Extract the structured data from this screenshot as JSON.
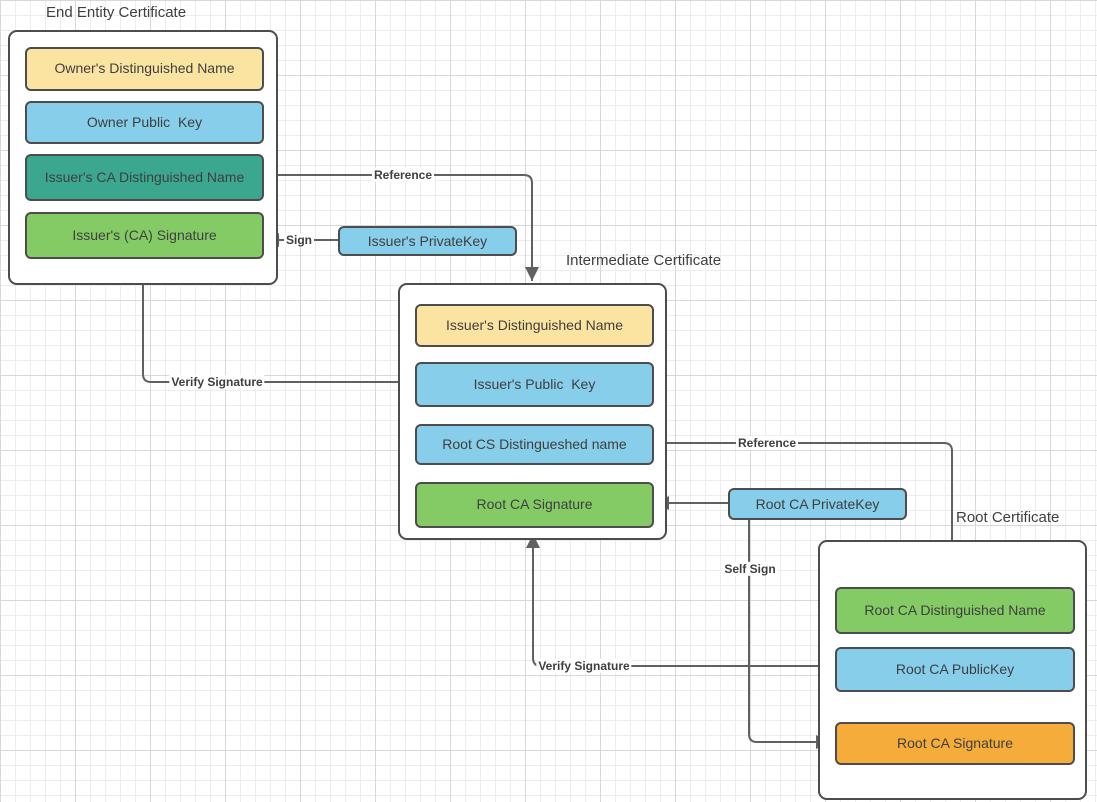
{
  "colors": {
    "yellow": "#FBE3A2",
    "blue": "#87CEEA",
    "teal": "#3BA78F",
    "green": "#84CB66",
    "orange": "#F5AC3B",
    "node_border": "#4D4D4D",
    "line": "#616161",
    "text": "#3F3F3F"
  },
  "certificates": {
    "end_entity": {
      "title": "End Entity Certificate",
      "fields": [
        {
          "label": "Owner's Distinguished Name"
        },
        {
          "label": "Owner Public  Key"
        },
        {
          "label": "Issuer's CA Distinguished Name"
        },
        {
          "label": "Issuer's (CA) Signature"
        }
      ]
    },
    "intermediate": {
      "title": "Intermediate Certificate",
      "fields": [
        {
          "label": "Issuer's Distinguished Name"
        },
        {
          "label": "Issuer's Public  Key"
        },
        {
          "label": "Root CS Distingueshed name"
        },
        {
          "label": "Root CA Signature"
        }
      ]
    },
    "root": {
      "title": "Root Certificate",
      "fields": [
        {
          "label": "Root CA Distinguished Name"
        },
        {
          "label": "Root CA PublicKey"
        },
        {
          "label": "Root CA Signature"
        }
      ]
    }
  },
  "keys": {
    "issuer_private_key": "Issuer's PrivateKey",
    "root_private_key": "Root CA PrivateKey"
  },
  "connector_labels": {
    "reference_top": "Reference",
    "sign": "Sign",
    "verify_signature_left": "Verify Signature",
    "reference_middle": "Reference",
    "self_sign": "Self Sign",
    "verify_signature_bottom": "Verify Signature"
  }
}
